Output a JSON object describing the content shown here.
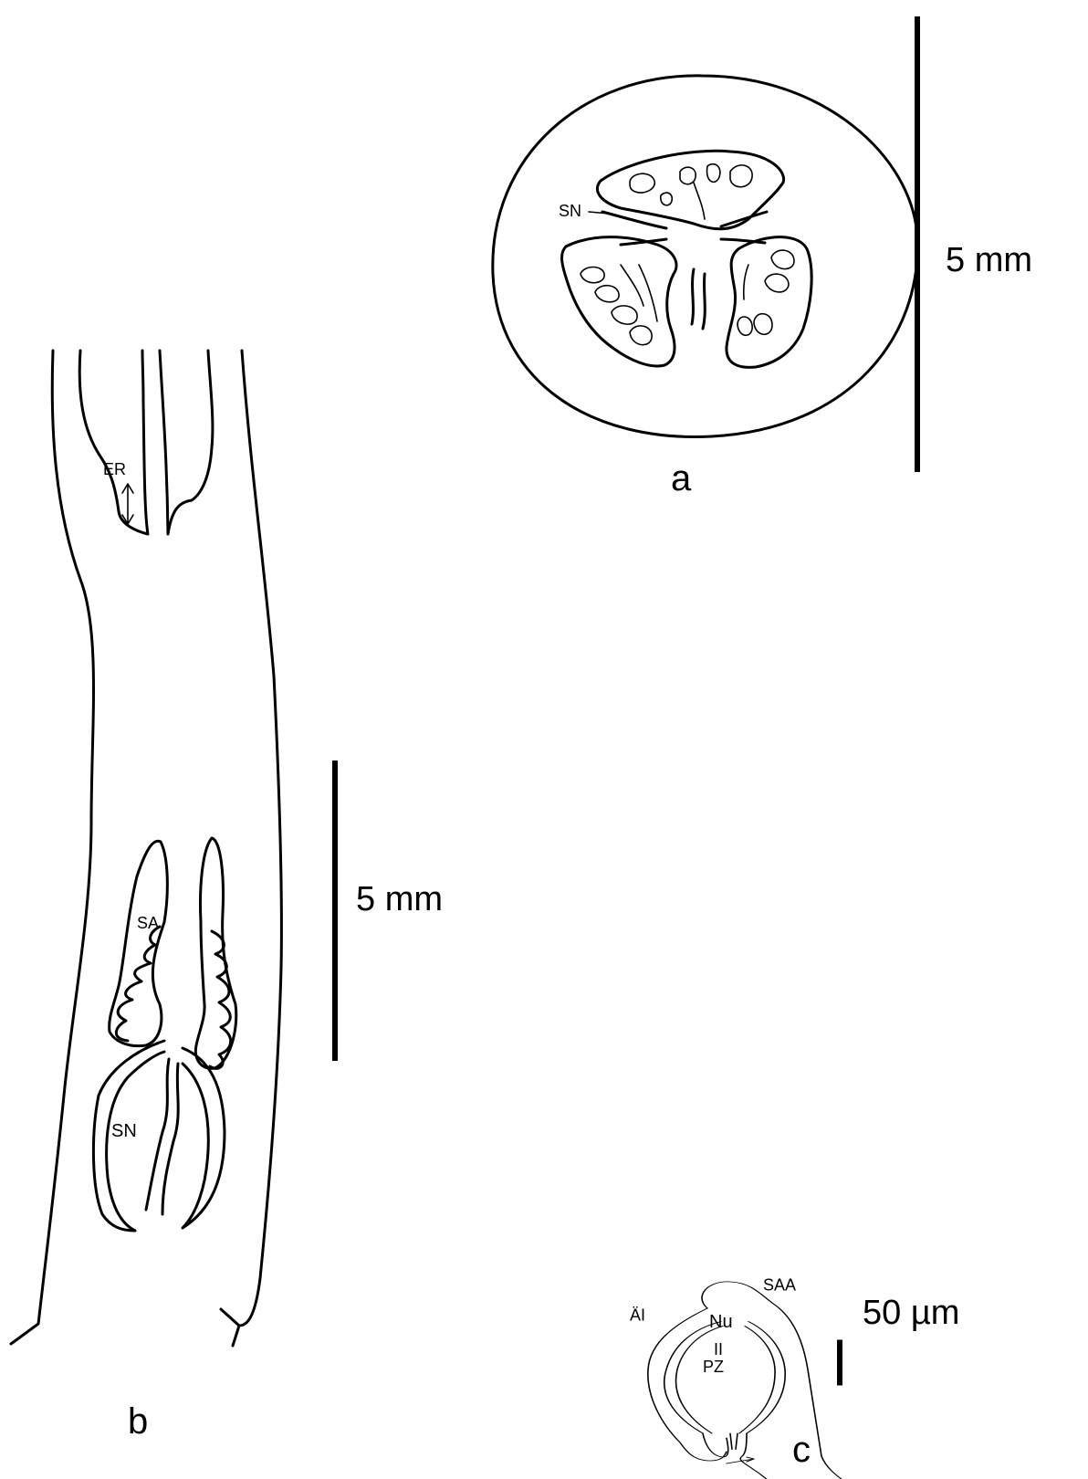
{
  "figure": {
    "panel_a": {
      "letter": "a",
      "scale_label": "5 mm",
      "labels": {
        "sn": "SN"
      }
    },
    "panel_b": {
      "letter": "b",
      "scale_label": "5 mm",
      "labels": {
        "er": "ER",
        "sa": "SA",
        "sn": "SN"
      }
    },
    "panel_c": {
      "letter": "c",
      "scale_label": "50 µm",
      "labels": {
        "saa": "SAA",
        "ai": "ÄI",
        "nu": "Nu",
        "ii": "II",
        "pz": "PZ"
      }
    }
  }
}
